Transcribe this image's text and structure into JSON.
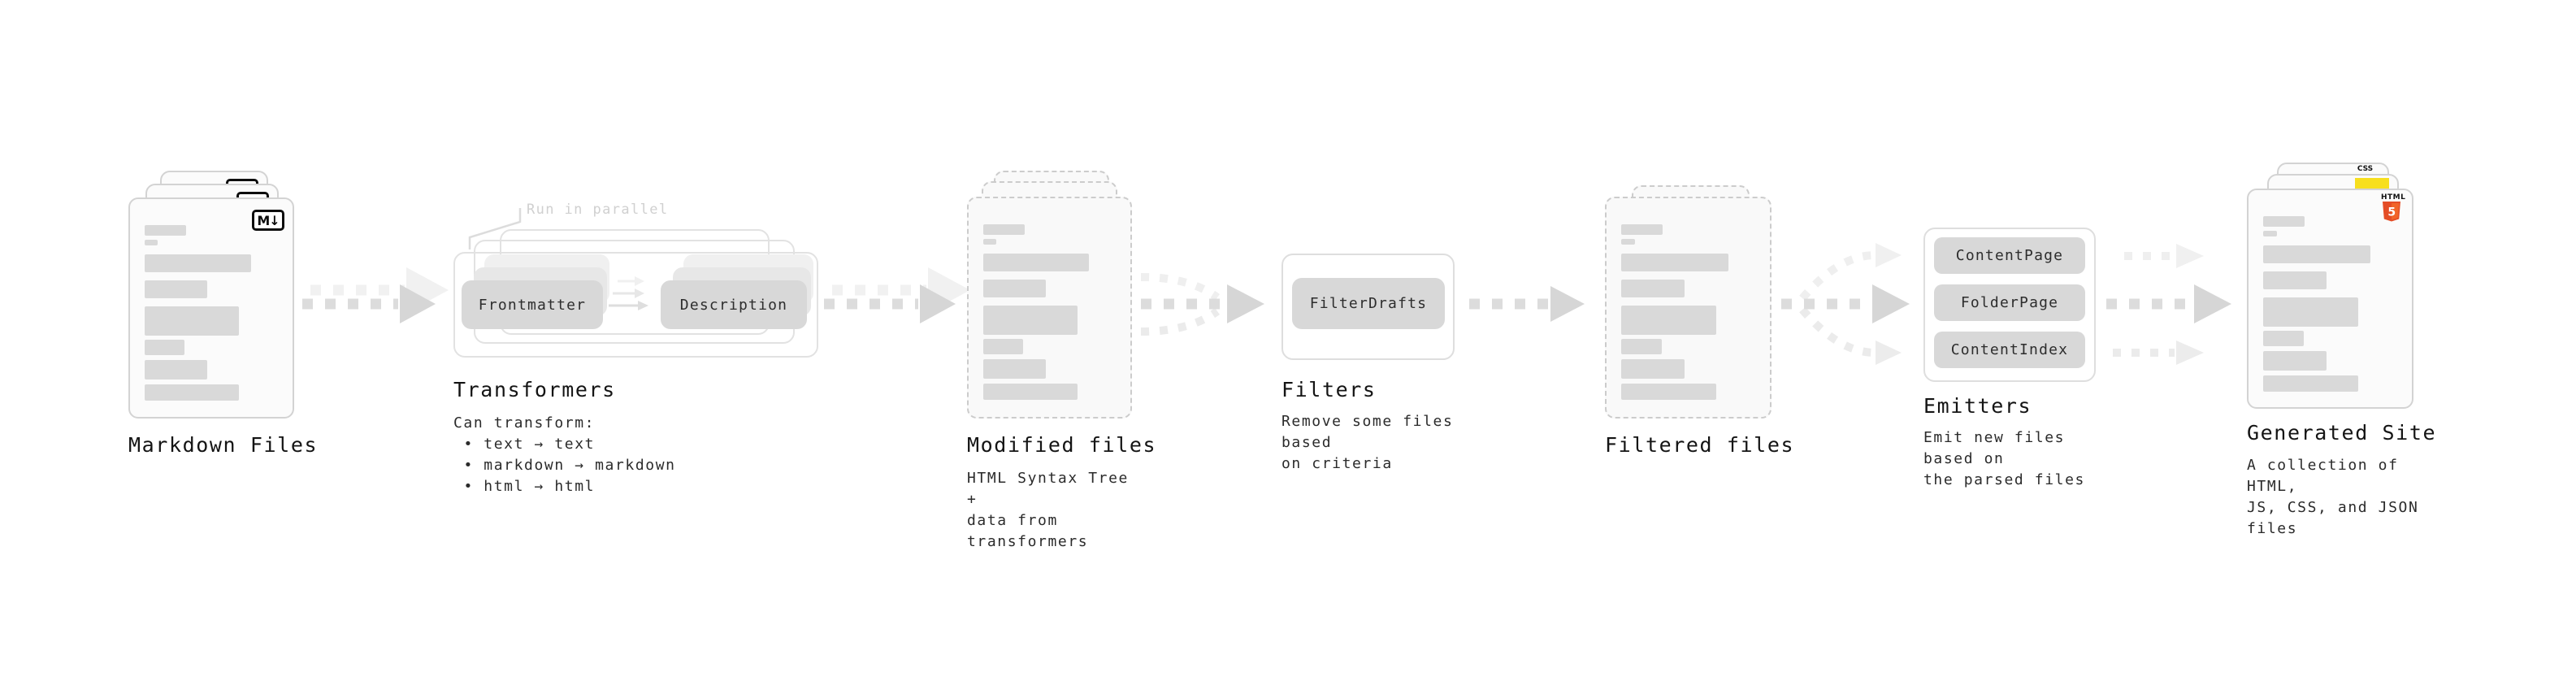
{
  "stages": {
    "markdown_files": {
      "title": "Markdown Files"
    },
    "transformers": {
      "title": "Transformers",
      "note": "Run in parallel",
      "description": "Can transform:\n • text → text\n • markdown → markdown\n • html → html",
      "buttons": {
        "frontmatter": "Frontmatter",
        "description": "Description"
      }
    },
    "modified_files": {
      "title": "Modified files",
      "description": "HTML Syntax Tree +\ndata from transformers"
    },
    "filters": {
      "title": "Filters",
      "description": "Remove some files based\non criteria",
      "buttons": {
        "filter_drafts": "FilterDrafts"
      }
    },
    "filtered_files": {
      "title": "Filtered files"
    },
    "emitters": {
      "title": "Emitters",
      "description": "Emit new files based on\nthe parsed files",
      "buttons": {
        "content_page": "ContentPage",
        "folder_page": "FolderPage",
        "content_index": "ContentIndex"
      }
    },
    "generated_site": {
      "title": "Generated Site",
      "description": "A collection of HTML,\nJS, CSS, and JSON files"
    }
  },
  "icons": {
    "markdown_badge": "M↓",
    "html5": {
      "label": "HTML",
      "number": "5"
    },
    "css_label": "CSS"
  },
  "colors": {
    "html5_shield": "#e44d26",
    "html5_shield_light": "#f16529",
    "js_yellow": "#f7df1e",
    "css_blue": "#2965f1",
    "placeholder_bar": "#d9d9d9",
    "arrow_dark": "#d9d9d9",
    "arrow_light": "#f0f0f0"
  }
}
